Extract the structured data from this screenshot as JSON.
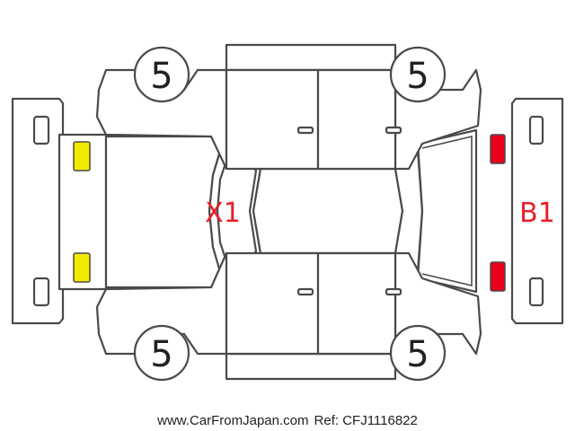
{
  "wheels": {
    "front_left": "5",
    "front_right": "5",
    "rear_left": "5",
    "rear_right": "5"
  },
  "marks": {
    "roof": "X1",
    "rear": "B1"
  },
  "colors": {
    "front_lights": "#f2ea00",
    "rear_lights": "#e8001c",
    "mark_text": "#e8202a",
    "outline": "#4a4a4a"
  },
  "footer": {
    "left": "www.CarFromJapan.com",
    "right": "Ref: CFJ1116822"
  }
}
